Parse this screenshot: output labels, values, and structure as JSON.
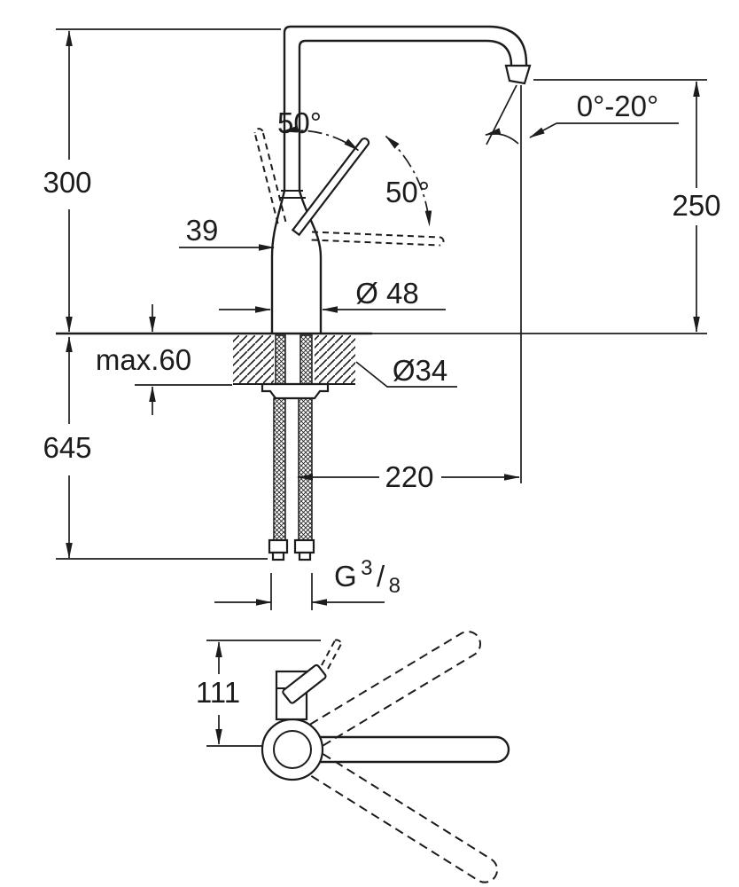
{
  "drawing": {
    "background_color": "#ffffff",
    "line_color": "#1c1c1c",
    "front_view": {
      "height_above_deck": "300",
      "overall_height": "645",
      "spout_height": "250",
      "spout_reach": "220",
      "spout_angle_range": "0°-20°",
      "lever_angle_left": "50°",
      "lever_angle_right": "50°",
      "lever_offset": "39",
      "body_diameter": "Ø 48",
      "hole_diameter": "Ø34",
      "max_deck_thickness": "max.60",
      "thread": {
        "prefix": "G",
        "numerator": "3",
        "slash": "/",
        "denominator": "8"
      }
    },
    "plan_view": {
      "lever_height": "111"
    }
  }
}
